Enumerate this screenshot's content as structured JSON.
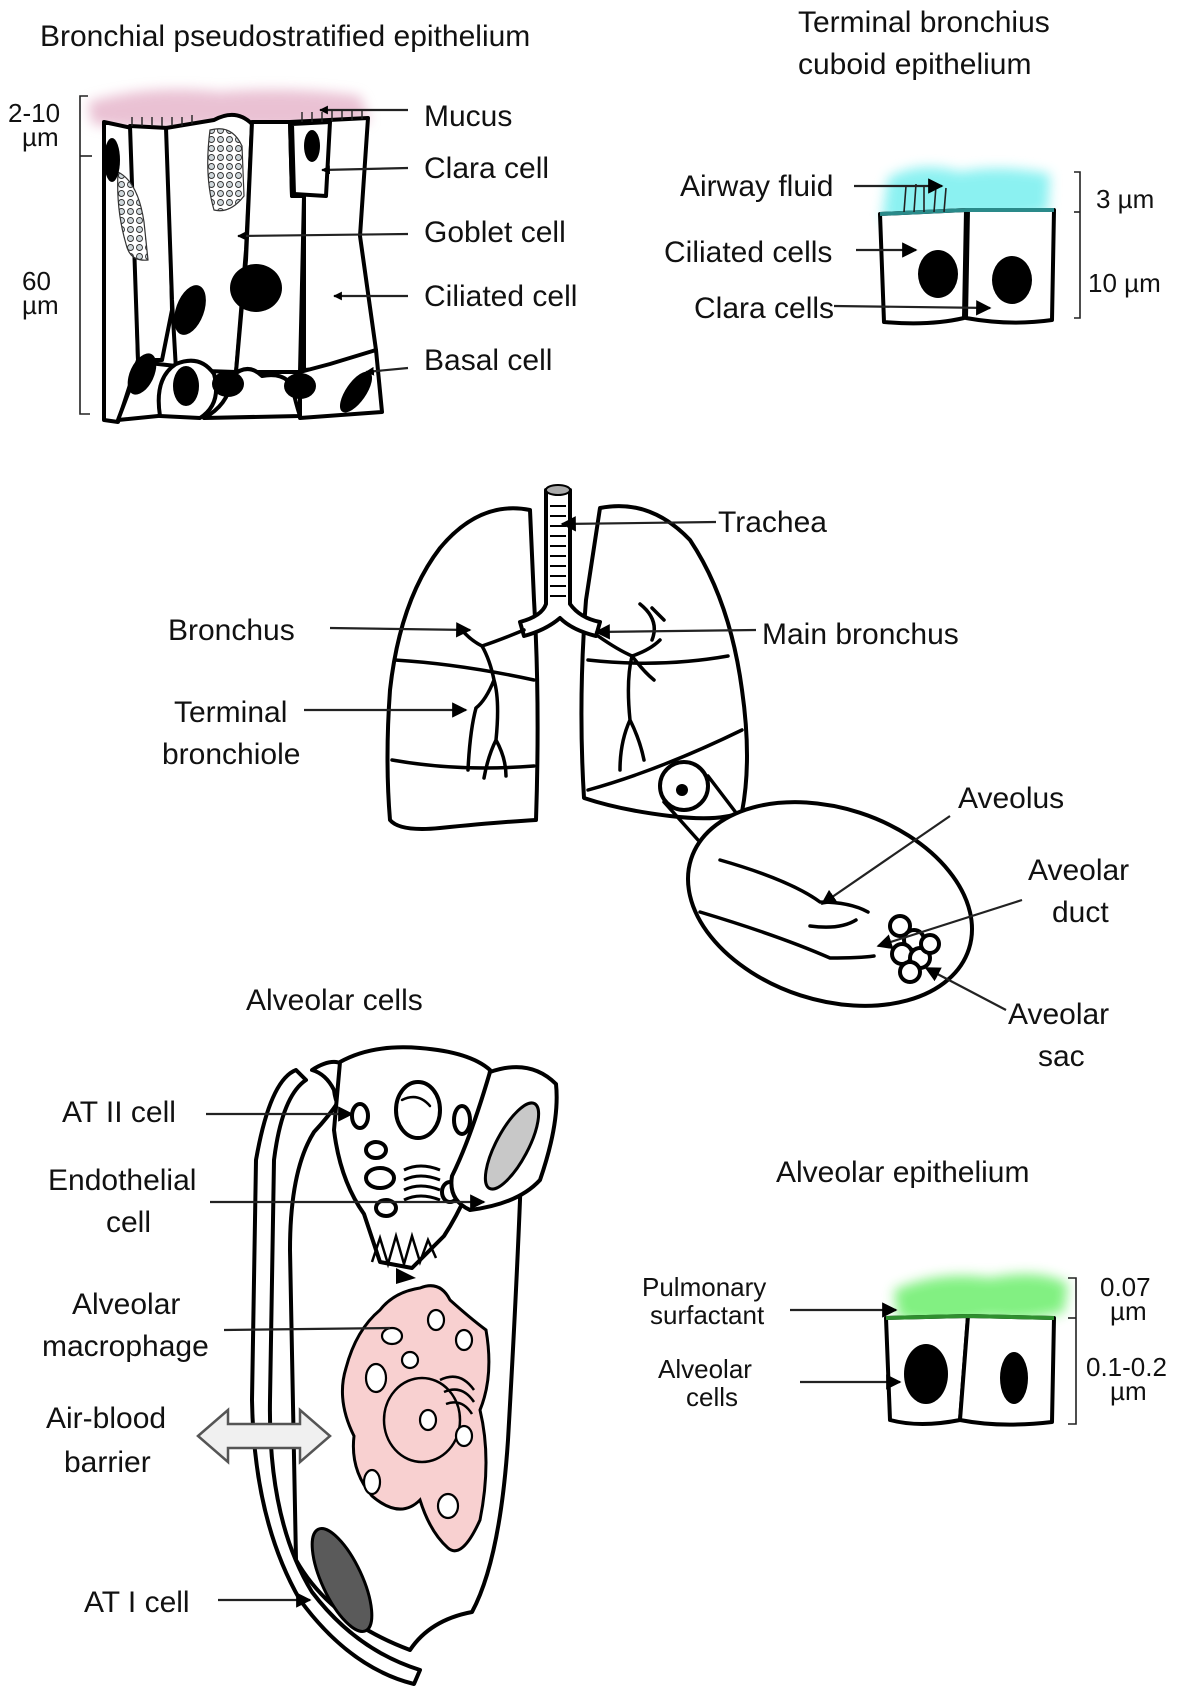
{
  "panels": {
    "bronchial": {
      "title": "Bronchial pseudostratified epithelium",
      "scale_top": [
        "2-10",
        "µm"
      ],
      "scale_main": [
        "60",
        "µm"
      ],
      "labels": {
        "mucus": "Mucus",
        "clara": "Clara cell",
        "goblet": "Goblet cell",
        "ciliated": "Ciliated cell",
        "basal": "Basal cell"
      }
    },
    "terminal": {
      "title_line1": "Terminal bronchius",
      "title_line2": "cuboid epithelium",
      "labels": {
        "airway_fluid": "Airway fluid",
        "ciliated_cells": "Ciliated cells",
        "clara_cells": "Clara cells"
      },
      "scale_fluid": "3 µm",
      "scale_cells": "10 µm"
    },
    "lungs": {
      "labels": {
        "trachea": "Trachea",
        "bronchus": "Bronchus",
        "main_bronchus": "Main bronchus",
        "terminal_line1": "Terminal",
        "terminal_line2": "bronchiole",
        "aveolus": "Aveolus",
        "aveolar_duct_line1": "Aveolar",
        "aveolar_duct_line2": "duct",
        "aveolar_sac_line1": "Aveolar",
        "aveolar_sac_line2": "sac"
      }
    },
    "alveolar_cells": {
      "title": "Alveolar cells",
      "labels": {
        "at2": "AT II cell",
        "endothelial_line1": "Endothelial",
        "endothelial_line2": "cell",
        "macrophage_line1": "Alveolar",
        "macrophage_line2": "macrophage",
        "barrier_line1": "Air-blood",
        "barrier_line2": "barrier",
        "at1": "AT I cell"
      }
    },
    "alveolar_epithelium": {
      "title": "Alveolar epithelium",
      "labels": {
        "surfactant_line1": "Pulmonary",
        "surfactant_line2": "surfactant",
        "cells_line1": "Alveolar",
        "cells_line2": "cells"
      },
      "scale_surfactant": [
        "0.07",
        "µm"
      ],
      "scale_cells": [
        "0.1-0.2",
        "µm"
      ]
    }
  },
  "colors": {
    "mucus": "#d98fb0",
    "airway_fluid": "#7ff0f0",
    "surfactant": "#7cf07c",
    "macrophage": "#f8d0d0",
    "grey_cell": "#c8c8c8",
    "dark_cell": "#5a5a5a"
  }
}
